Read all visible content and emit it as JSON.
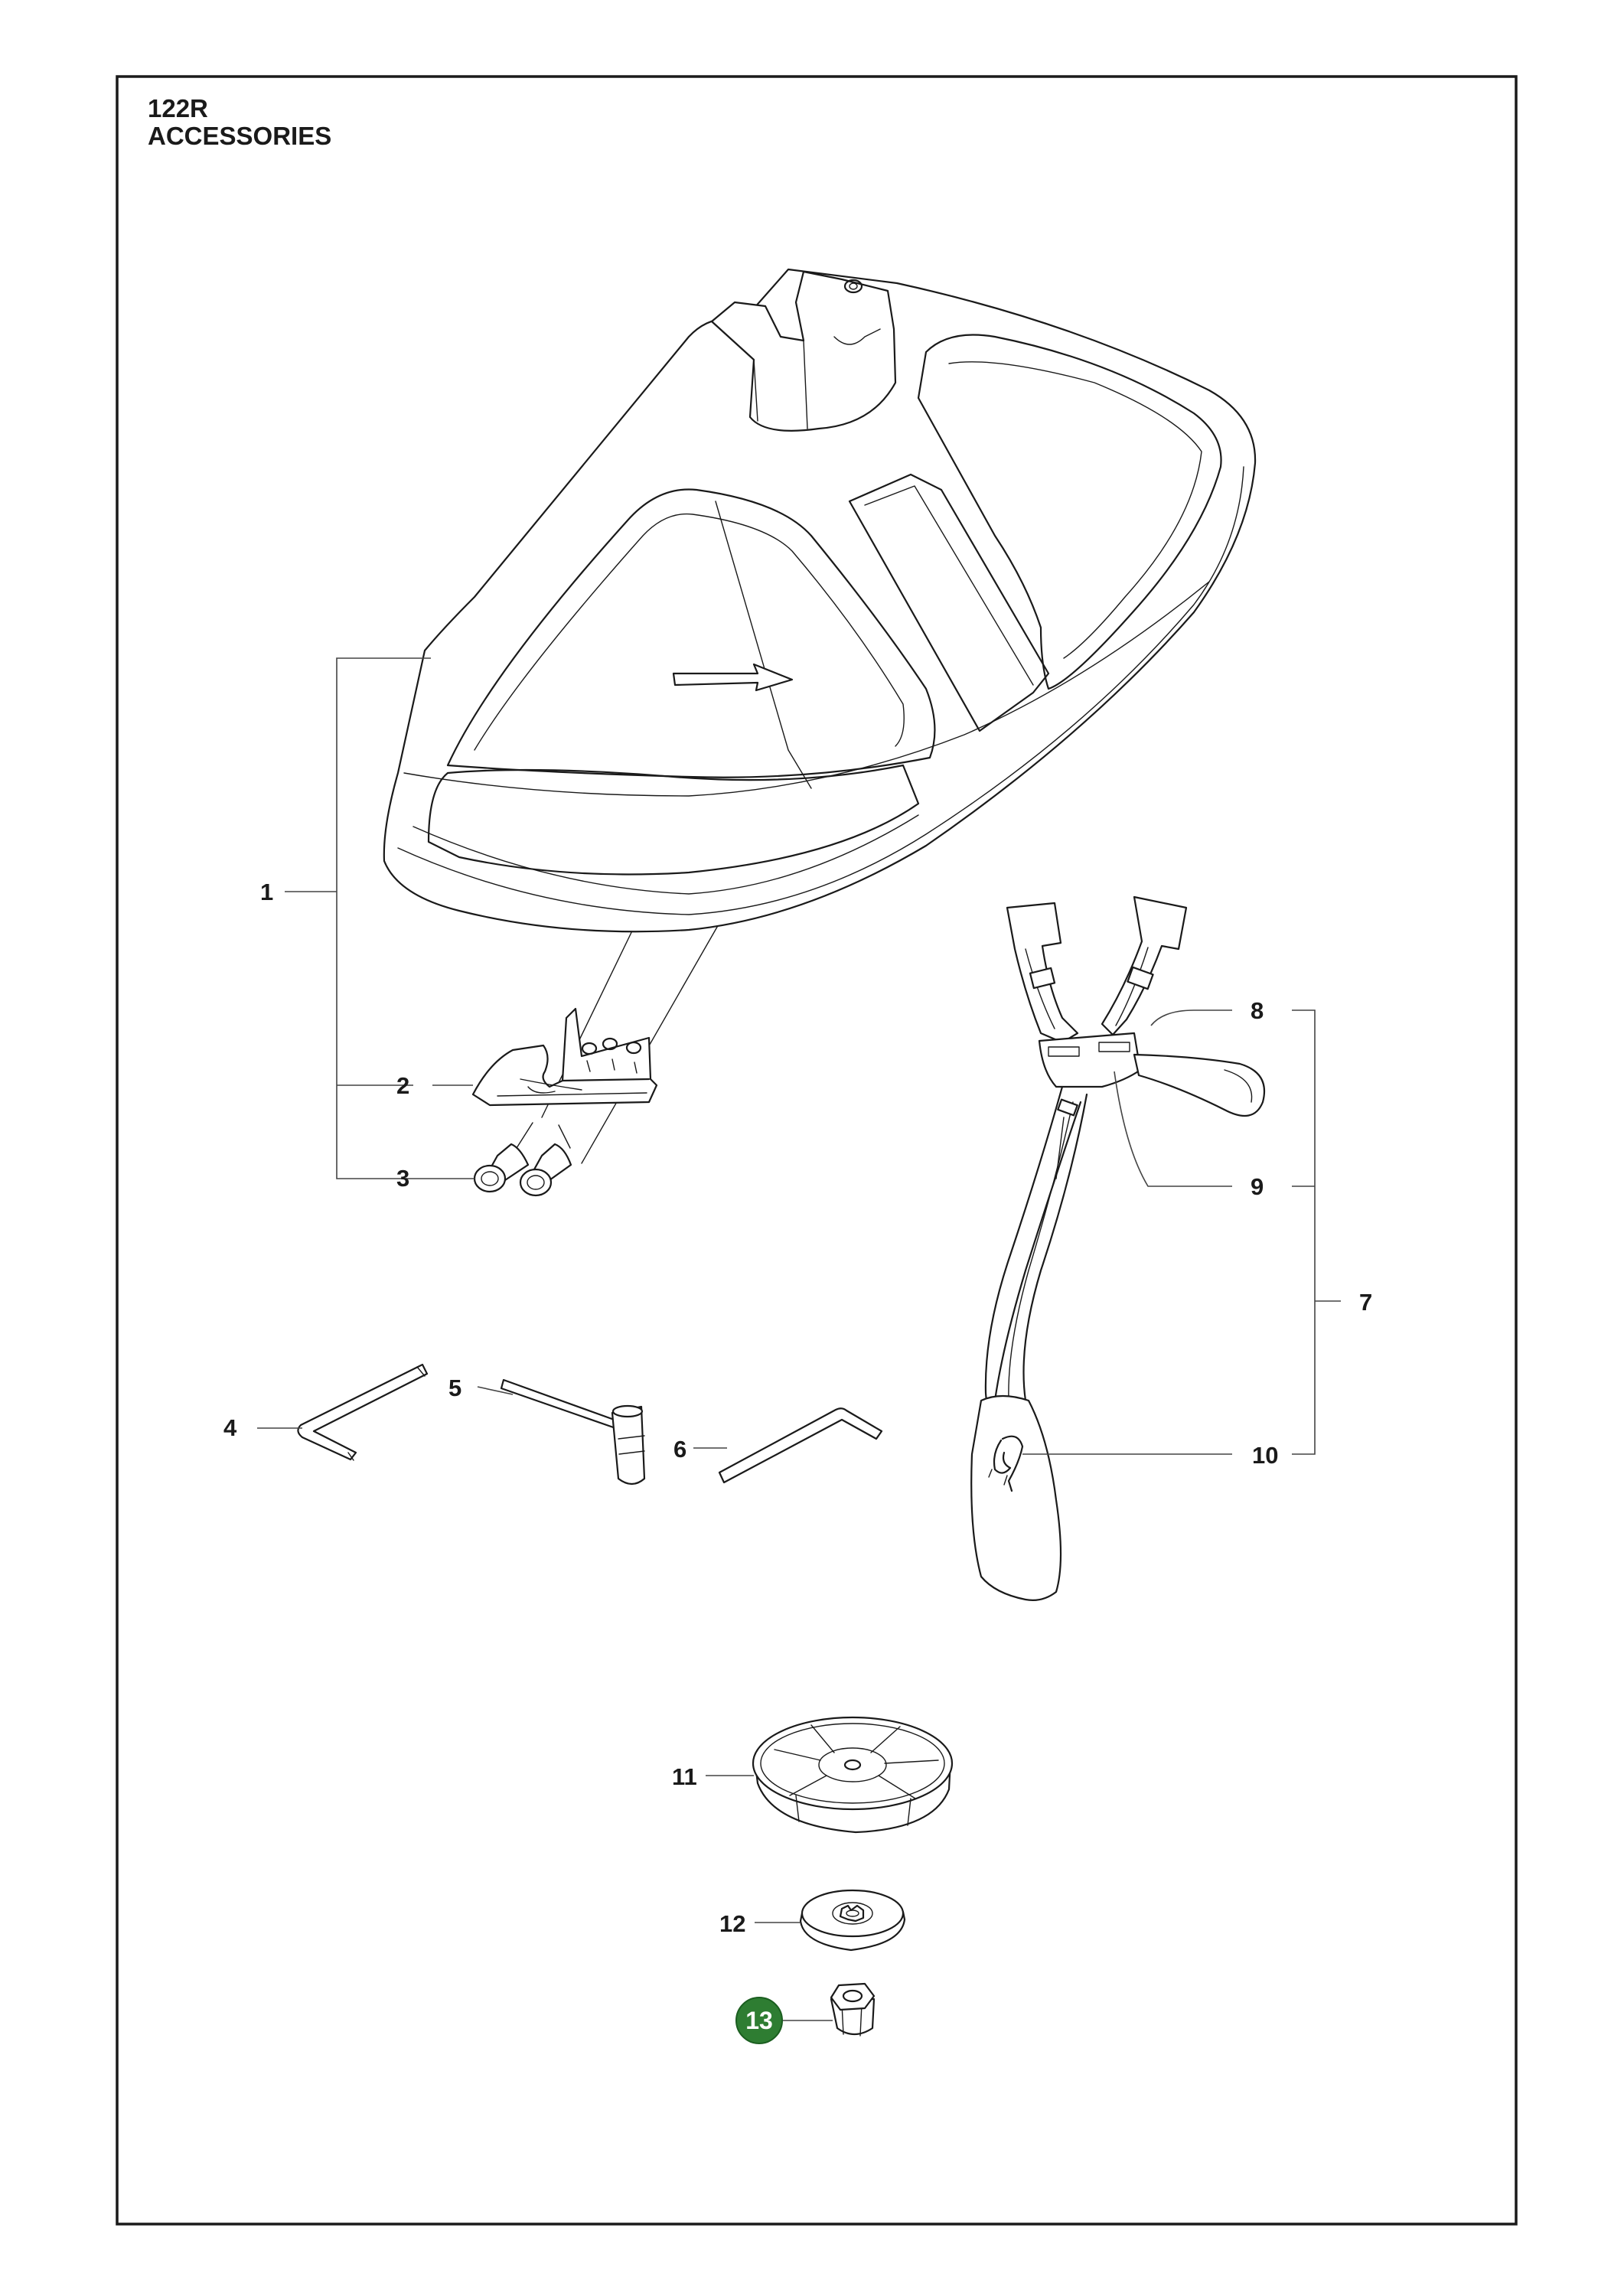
{
  "header": {
    "model": "122R",
    "section": "ACCESSORIES"
  },
  "colors": {
    "line": "#1a1a1a",
    "highlight_badge": "#2e7d32",
    "highlight_text": "#ffffff"
  },
  "callouts": {
    "c1": "1",
    "c2": "2",
    "c3": "3",
    "c4": "4",
    "c5": "5",
    "c6": "6",
    "c7": "7",
    "c8": "8",
    "c9": "9",
    "c10": "10",
    "c11": "11",
    "c12": "12",
    "c13": "13"
  },
  "highlighted_callout": "13"
}
